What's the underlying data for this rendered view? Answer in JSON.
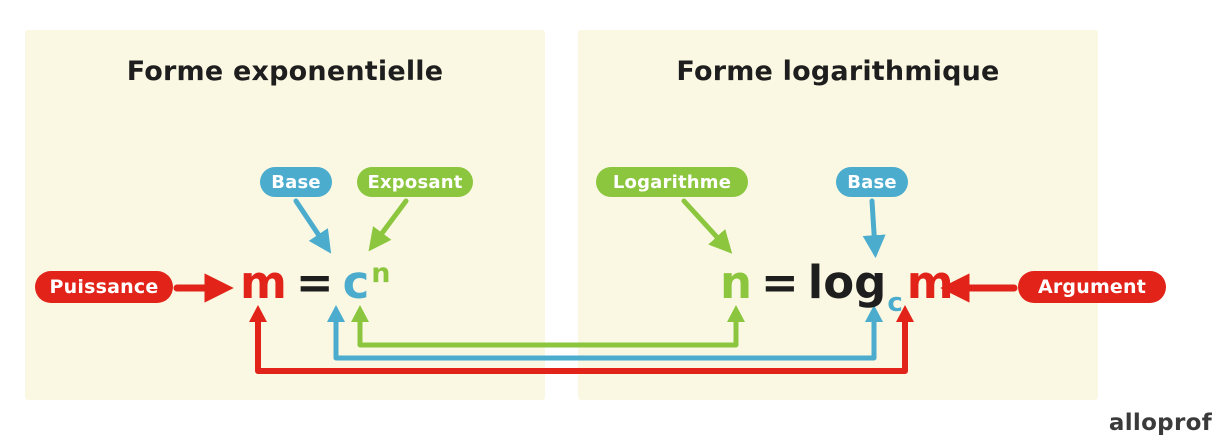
{
  "page": {
    "logo": "alloprof"
  },
  "colors": {
    "panel": "#FAF8E2",
    "red": "#E2231A",
    "blue": "#4BACCE",
    "green": "#8CC63F",
    "ink": "#1E1E1E"
  },
  "left_panel": {
    "title": "Forme exponentielle",
    "pills": {
      "base": "Base",
      "exponent": "Exposant",
      "power": "Puissance"
    },
    "equation": {
      "power": "m",
      "equals": "=",
      "base": "c",
      "exponent": "n"
    }
  },
  "right_panel": {
    "title": "Forme logarithmique",
    "pills": {
      "logarithm": "Logarithme",
      "base": "Base",
      "argument": "Argument"
    },
    "equation": {
      "logarithm": "n",
      "equals": "=",
      "log": "log",
      "base": "c",
      "argument": "m"
    }
  }
}
